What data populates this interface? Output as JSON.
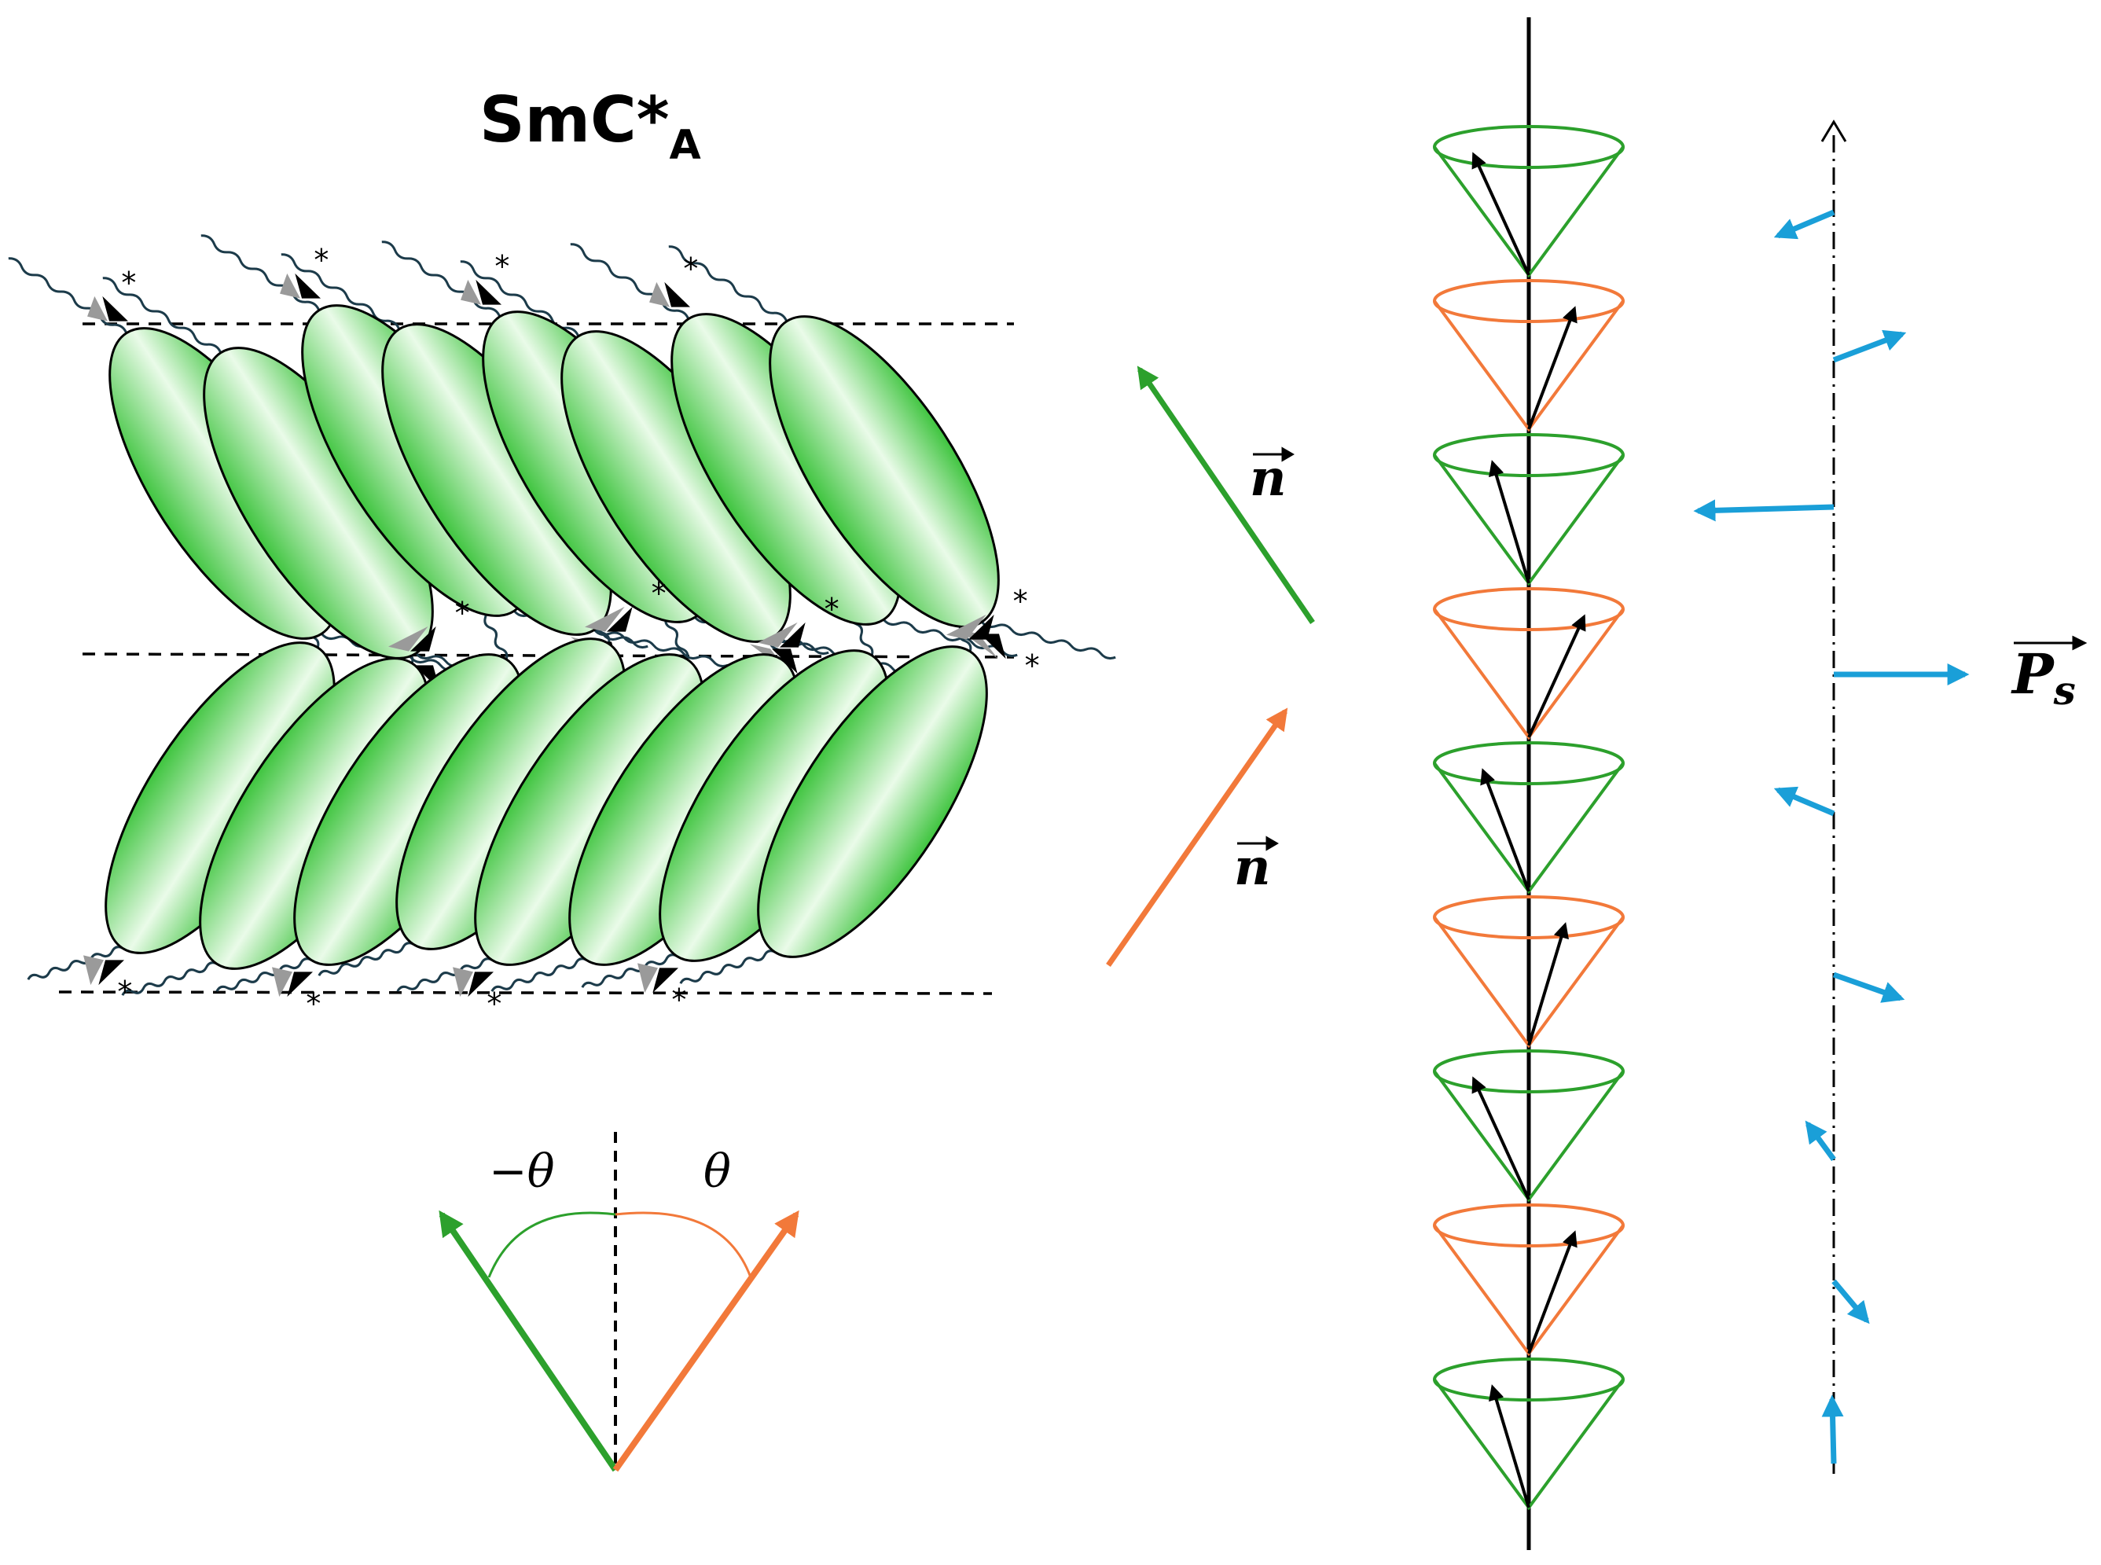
{
  "title": {
    "main": "SmC*",
    "sub": "A"
  },
  "labels": {
    "director_upper": "n",
    "director_lower": "n",
    "neg_theta": "−θ",
    "theta": "θ",
    "ps_main": "P",
    "ps_sub": "s",
    "chiral_mark": "*"
  },
  "colors": {
    "molecule_fill": "#3ec43e",
    "molecule_highlight": "#eafbe9",
    "chain": "#1c3b4a",
    "green": "#2ca02c",
    "orange": "#f2793a",
    "blue": "#1a9fd8",
    "black": "#000000"
  },
  "cones": [
    {
      "color": "green",
      "tilt": "left"
    },
    {
      "color": "orange",
      "tilt": "right"
    },
    {
      "color": "green",
      "tilt": "left"
    },
    {
      "color": "orange",
      "tilt": "right"
    },
    {
      "color": "green",
      "tilt": "left"
    },
    {
      "color": "orange",
      "tilt": "right"
    },
    {
      "color": "green",
      "tilt": "left"
    },
    {
      "color": "orange",
      "tilt": "right"
    },
    {
      "color": "green",
      "tilt": "left"
    }
  ],
  "polarization_directions": [
    "left",
    "right",
    "left",
    "right",
    "left",
    "right",
    "left",
    "right",
    "up"
  ]
}
